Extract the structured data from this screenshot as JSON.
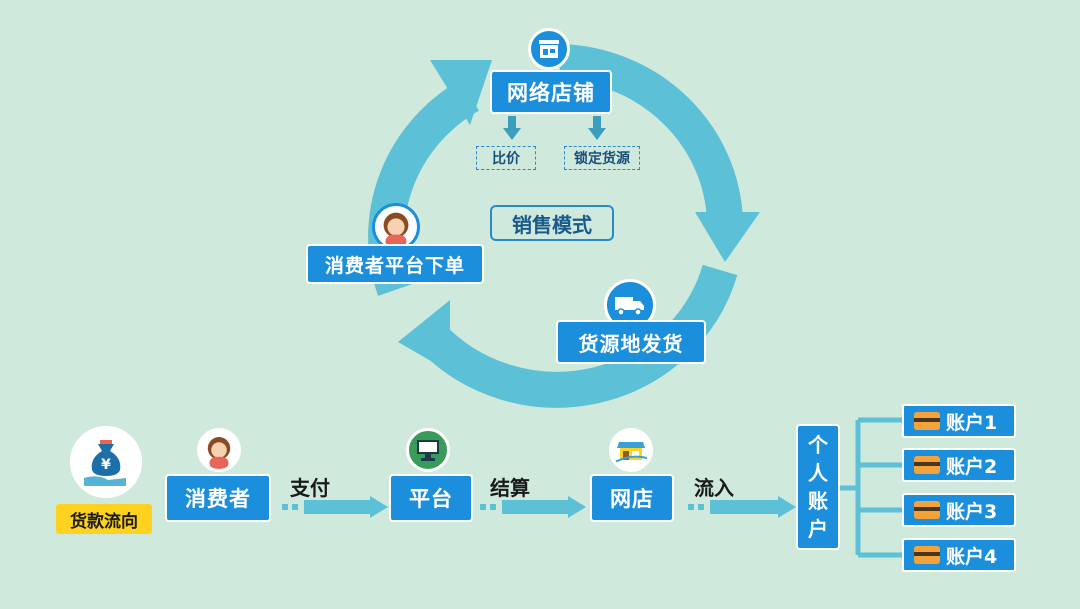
{
  "cycle": {
    "top_node": "网络店铺",
    "sub_left": "比价",
    "sub_right": "锁定货源",
    "center": "销售模式",
    "left_node": "消费者平台下单",
    "right_node": "货源地发货"
  },
  "flow": {
    "tag": "货款流向",
    "consumer": "消费者",
    "pay_label": "支付",
    "platform": "平台",
    "settle_label": "结算",
    "shop": "网店",
    "inflow_label": "流入",
    "personal_account_chars": [
      "个",
      "人",
      "账",
      "户"
    ],
    "accounts": [
      "账户1",
      "账户2",
      "账户3",
      "账户4"
    ]
  },
  "colors": {
    "background": "#cfe9dc",
    "primary_box": "#1b8fdc",
    "ring": "#5cc0d6",
    "yellow": "#ffd21f"
  },
  "icons": {
    "shop": "storefront-icon",
    "consumer": "woman-avatar-icon",
    "truck": "delivery-truck-icon",
    "money": "money-bag-hand-icon",
    "platform": "computer-icon",
    "store": "store-building-icon",
    "card": "bank-card-icon"
  }
}
